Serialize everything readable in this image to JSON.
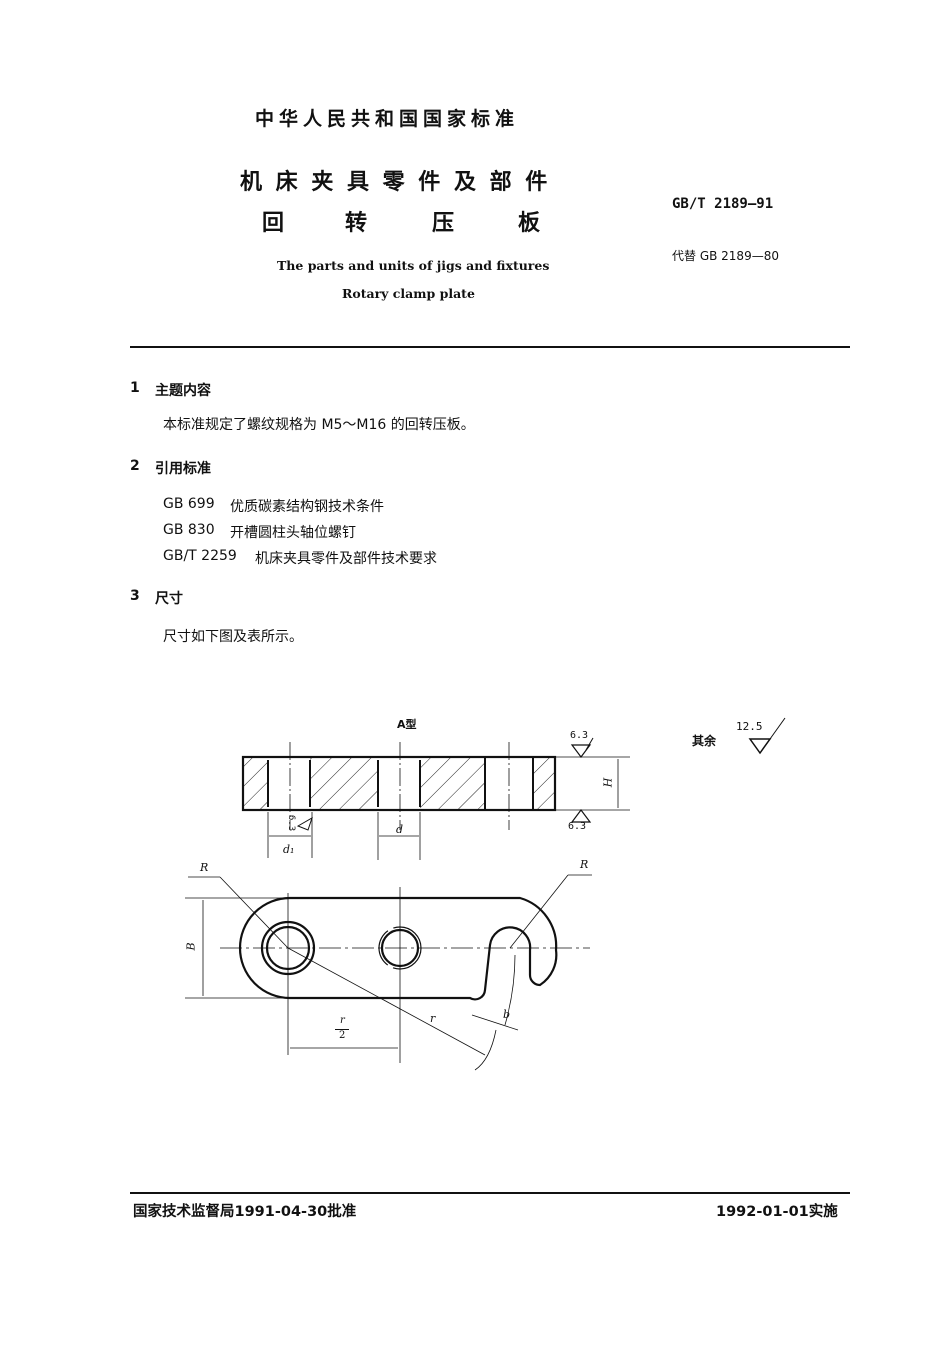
{
  "header": {
    "category": "中华人民共和国国家标准",
    "title_line1": "机 床 夹 具 零 件 及 部 件",
    "title_line2": [
      "回",
      "转",
      "压",
      "板"
    ],
    "english_title_line1": "The parts and units of jigs and fixtures",
    "english_title_line2": "Rotary clamp plate",
    "standard_code": "GB/T 2189—91",
    "replaces": "代替 GB 2189—80"
  },
  "sections": [
    {
      "number": "1",
      "title": "主题内容",
      "paragraphs": [
        "本标准规定了螺纹规格为 M5～M16 的回转压板。"
      ]
    },
    {
      "number": "2",
      "title": "引用标准",
      "references": [
        {
          "code": "GB 699",
          "title": "优质碳素结构钢技术条件"
        },
        {
          "code": "GB 830",
          "title": "开槽圆柱头轴位螺钉"
        },
        {
          "code": "GB/T 2259",
          "title": "机床夹具零件及部件技术要求"
        }
      ]
    },
    {
      "number": "3",
      "title": "尺寸",
      "paragraphs": [
        "尺寸如下图及表所示。"
      ]
    }
  ],
  "drawing": {
    "view_label": "A型",
    "roughness_rest_label": "其余",
    "roughness_rest_value": "12.5",
    "roughness_top": "6.3",
    "roughness_bottom": "6.3",
    "roughness_hole": "6.3",
    "dim_H": "H",
    "dim_d": "d",
    "dim_d1": "d₁",
    "dim_B": "B",
    "dim_R_left": "R",
    "dim_R_right": "R",
    "dim_r": "r",
    "dim_r_half_num": "r",
    "dim_r_half_den": "2",
    "dim_b": "b"
  },
  "footer": {
    "approval": "国家技术监督局1991-04-30批准",
    "implementation": "1992-01-01实施"
  }
}
